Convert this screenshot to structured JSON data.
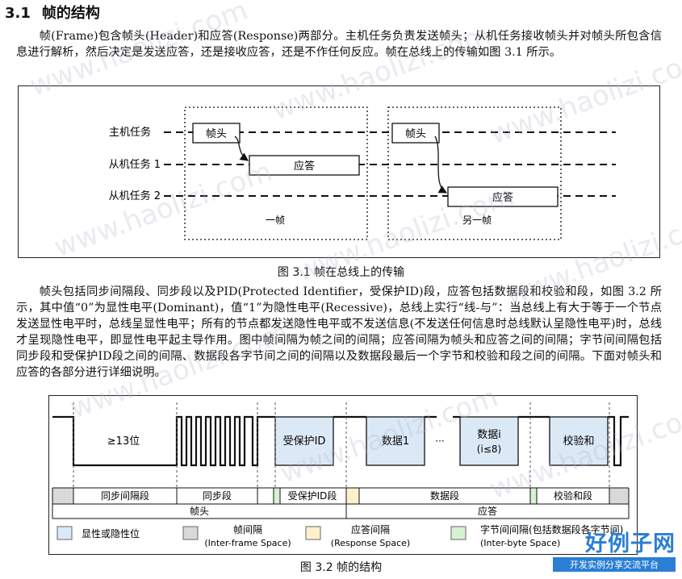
{
  "section": {
    "number": "3.1",
    "title": "帧的结构"
  },
  "paragraphs": [
    "帧(Frame)包含帧头(Header)和应答(Response)两部分。主机任务负责发送帧头；从机任务接收帧头并对帧头所包含信息进行解析，然后决定是发送应答，还是接收应答，还是不作任何反应。帧在总线上的传输如图 3.1 所示。",
    "帧头包括同步间隔段、同步段以及PID(Protected Identifier，受保护ID)段，应答包括数据段和校验和段，如图 3.2 所示，其中值“0”为显性电平(Dominant)，值“1”为隐性电平(Recessive)，总线上实行“线-与”：当总线上有大于等于一个节点发送显性电平时，总线呈显性电平；所有的节点都发送隐性电平或不发送信息(不发送任何信息时总线默认呈隐性电平)时，总线才呈现隐性电平，即显性电平起主导作用。图中帧间隔为帧之间的间隔；应答间隔为帧头和应答之间的间隔；字节间间隔包括同步段和受保护ID段之间的间隔、数据段各字节间之间的间隔以及数据段最后一个字节和校验和段之间的间隔。下面对帧头和应答的各部分进行详细说明。"
  ],
  "figure1": {
    "caption": "图 3.1  帧在总线上的传输",
    "row_labels": [
      "主机任务",
      "从机任务 1",
      "从机任务 2"
    ],
    "header_label": "帧头",
    "response_label": "应答",
    "frame1_label": "一帧",
    "frame2_label": "另一帧"
  },
  "figure2": {
    "caption": "图 3.2  帧的结构",
    "break_label": "≥13位",
    "pid_label": "受保护ID",
    "data1_label": "数据1",
    "ellipsis": "···",
    "datai_label_1": "数据i",
    "datai_label_2": "(i≤8)",
    "checksum_label": "校验和",
    "segments": {
      "sync_break": "同步间隔段",
      "sync": "同步段",
      "pid": "受保护ID段",
      "data": "数据段",
      "checksum": "校验和段"
    },
    "header_label": "帧头",
    "response_label": "应答",
    "legend": {
      "bit": "显性或隐性位",
      "interframe_1": "帧间隔",
      "interframe_2": "(Inter-frame Space)",
      "response_space_1": "应答间隔",
      "response_space_2": "(Response Space)",
      "interbyte_1": "字节间间隔(包括数据段各字节间)",
      "interbyte_2": "(Inter-byte Space)"
    },
    "colors": {
      "bit": "#dbe9f7",
      "interframe": "#d9d9d9",
      "response_space": "#fdf1cc",
      "interbyte": "#d6f2d2"
    }
  },
  "watermark": "www.haolizi.com",
  "logo": {
    "main": "好例子网",
    "sub": "开发实例分享交流平台"
  }
}
